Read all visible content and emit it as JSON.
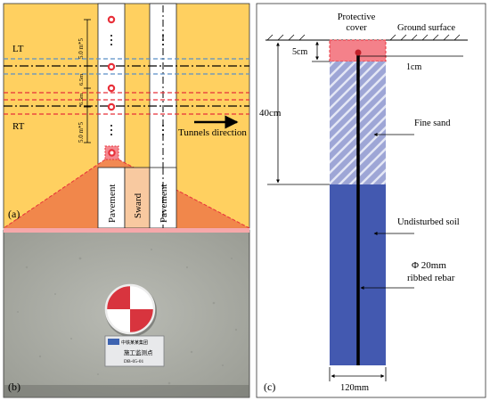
{
  "panel_a": {
    "label": "(a)",
    "lines": {
      "lt": "LT",
      "rt": "RT"
    },
    "spacings": {
      "top": "5.0 m*5",
      "mid1": "6.5m",
      "mid2": "6.5m",
      "bottom": "5.0 m*5"
    },
    "columns": {
      "pavement_left": "Pavement",
      "sward": "Sward",
      "pavement_right": "Pavement"
    },
    "arrow_label": "Tunnels direction",
    "colors": {
      "background": "#FFD060",
      "red_line": "#E8303A",
      "blue_line": "#5A8FC6",
      "pavement": "#FFFFFF",
      "fan": "#F0834A"
    }
  },
  "panel_b": {
    "label": "(b)",
    "sign_lines": [
      "中铁某某集团",
      "施工监测点",
      "DB-05-01"
    ],
    "marker_colors": [
      "#D8343E",
      "#FFFFFF"
    ]
  },
  "panel_c": {
    "label": "(c)",
    "protective_cover": "Protective cover",
    "ground_surface": "Ground surface",
    "dim_5cm": "5cm",
    "dim_1cm": "1cm",
    "dim_40cm": "40cm",
    "fine_sand": "Fine sand",
    "undisturbed_soil": "Undisturbed soil",
    "rebar_line1": "Φ 20mm",
    "rebar_line2": "ribbed rebar",
    "width": "120mm",
    "colors": {
      "cover": "#F4818A",
      "sand": "#9EA6D6",
      "soil": "#4359B0",
      "rebar": "#000000"
    }
  }
}
